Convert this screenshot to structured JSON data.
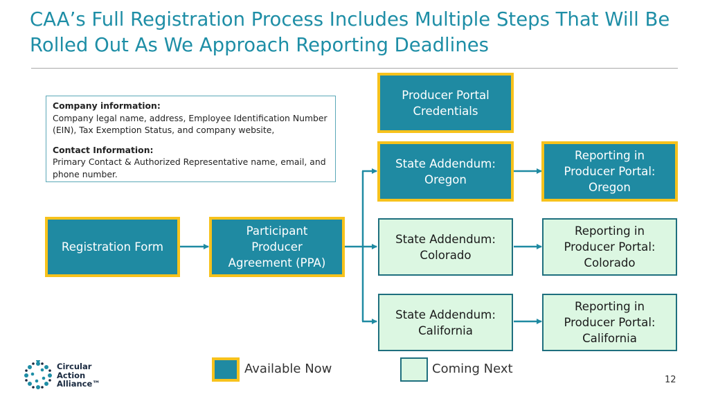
{
  "title": "CAA’s Full Registration Process Includes Multiple Steps That Will Be Rolled Out As We Approach Reporting Deadlines",
  "info_box": {
    "company_heading": "Company information:",
    "company_text": "Company legal name, address, Employee Identification Number (EIN), Tax Exemption Status, and company website,",
    "contact_heading": "Contact Information:",
    "contact_text": "Primary Contact & Authorized Representative name, email, and phone number."
  },
  "nodes": {
    "registration_form": "Registration Form",
    "ppa": "Participant\nProducer\nAgreement (PPA)",
    "credentials": "Producer Portal\nCredentials",
    "addendum_oregon": "State Addendum:\nOregon",
    "reporting_oregon": "Reporting in\nProducer Portal:\nOregon",
    "addendum_colorado": "State Addendum:\nColorado",
    "reporting_colorado": "Reporting in\nProducer Portal:\nColorado",
    "addendum_california": "State Addendum:\nCalifornia",
    "reporting_california": "Reporting in\nProducer Portal:\nCalifornia"
  },
  "node_status": {
    "registration_form": "available",
    "ppa": "available",
    "credentials": "available",
    "addendum_oregon": "available",
    "reporting_oregon": "available",
    "addendum_colorado": "coming",
    "reporting_colorado": "coming",
    "addendum_california": "coming",
    "reporting_california": "coming"
  },
  "legend": {
    "available": "Available Now",
    "coming": "Coming Next"
  },
  "logo": {
    "line1": "Circular",
    "line2": "Action",
    "line3": "Alliance™"
  },
  "page_number": "12",
  "colors": {
    "title": "#1e8ea6",
    "available_fill": "#1f8aa2",
    "available_border": "#f7c21c",
    "coming_fill": "#dcf7e2",
    "coming_border": "#1e6f7e",
    "arrow": "#1f8aa2"
  }
}
